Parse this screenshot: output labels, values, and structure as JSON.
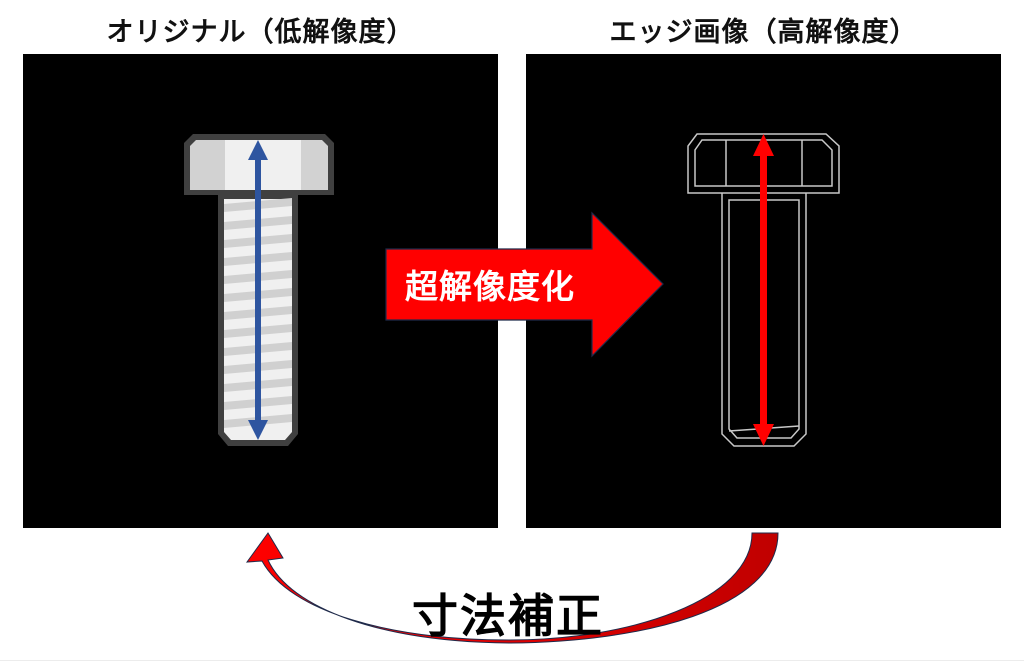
{
  "left_panel": {
    "title": "オリジナル（低解像度）",
    "content": "bolt-photo-low-resolution",
    "measurement_arrow_color": "#2e55a0"
  },
  "right_panel": {
    "title": "エッジ画像（高解像度）",
    "content": "bolt-edge-image-high-resolution",
    "measurement_arrow_color": "#ff0000"
  },
  "process_arrow": {
    "label": "超解像度化",
    "color": "#ff0000"
  },
  "feedback_arrow": {
    "label": "寸法補正",
    "color": "#ff0000"
  },
  "colors": {
    "panel_background": "#000000",
    "page_background": "#ffffff",
    "bolt_outline": "#404040",
    "bolt_fill": "#f0f0f0",
    "edge_line": "#c8c8c8"
  }
}
